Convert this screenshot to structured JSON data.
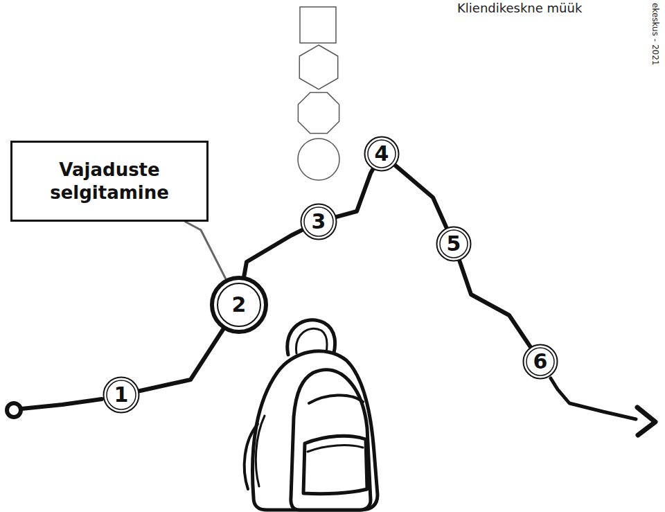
{
  "diagram": {
    "nodes": [
      {
        "text": [
          "1"
        ]
      },
      {
        "text": [
          "2"
        ]
      },
      {
        "text": [
          "3"
        ]
      },
      {
        "text": [
          "4"
        ]
      },
      {
        "text": [
          "5"
        ]
      },
      {
        "text": [
          "6"
        ]
      },
      {
        "text": [
          "Vajaduste selgitamine"
        ]
      }
    ],
    "edges": [
      {
        "from": 0,
        "to": 1,
        "arrow": "none"
      },
      {
        "from": 1,
        "to": 2,
        "arrow": "none"
      },
      {
        "from": 2,
        "to": 3,
        "arrow": "none"
      },
      {
        "from": 3,
        "to": 4,
        "arrow": "none"
      },
      {
        "from": 4,
        "to": 5,
        "arrow": "none"
      },
      {
        "from": 6,
        "to": 1,
        "arrow": "none"
      }
    ],
    "labels": [
      "Kliendikeskne müük",
      "ekeskus - 2021"
    ]
  }
}
